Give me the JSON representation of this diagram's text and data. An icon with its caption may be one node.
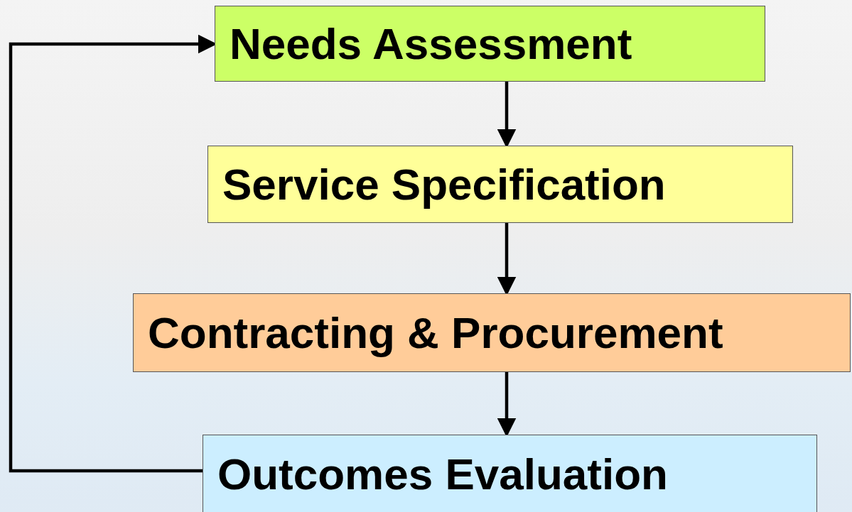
{
  "diagram": {
    "nodes": [
      {
        "text": [
          "Needs Assessment"
        ]
      },
      {
        "text": [
          "Service Specification"
        ]
      },
      {
        "text": [
          "Contracting & Procurement"
        ]
      },
      {
        "text": [
          "Outcomes Evaluation"
        ]
      }
    ],
    "edges": [
      {
        "from": 0,
        "to": 1,
        "arrow": "to"
      },
      {
        "from": 1,
        "to": 2,
        "arrow": "to"
      },
      {
        "from": 2,
        "to": 3,
        "arrow": "to"
      },
      {
        "from": 3,
        "to": 0,
        "arrow": "to"
      }
    ]
  }
}
